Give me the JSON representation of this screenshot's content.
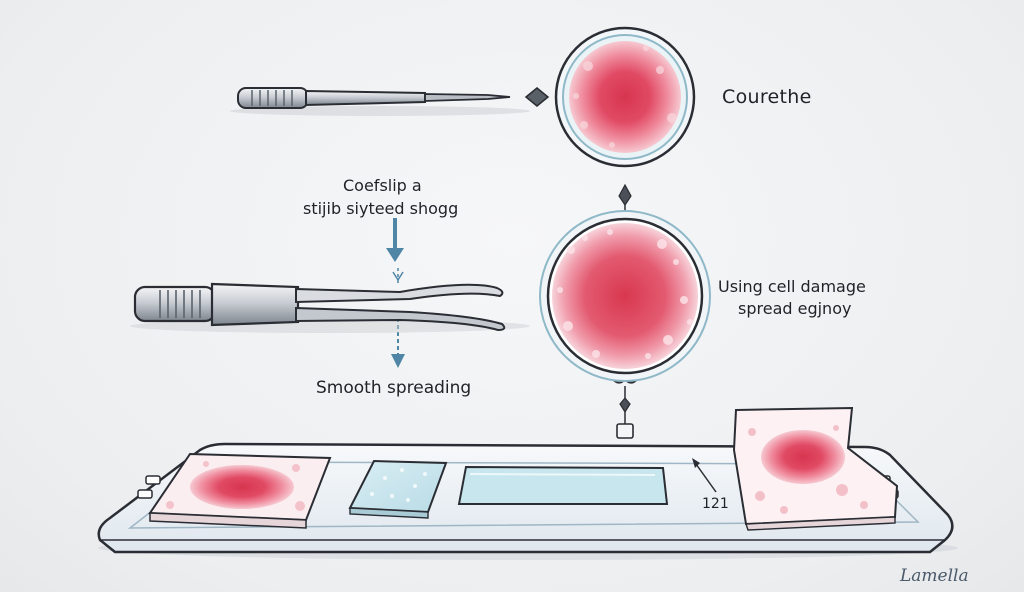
{
  "labels": {
    "curette": "Courethe",
    "coverslip_line1": "Coefslip a",
    "coverslip_line2": "stijib siyteed shogg",
    "cell_damage_line1": "Using cell damage",
    "cell_damage_line2": "spread egjnoy",
    "smooth_spreading": "Smooth spreading",
    "count": "121",
    "signature": "Lamella"
  },
  "colors": {
    "outline": "#2a2d33",
    "metal_light": "#e9ebee",
    "metal_mid": "#b8bdc4",
    "metal_dark": "#7c838c",
    "tissue_red": "#d9435a",
    "tissue_pink": "#f2b8c2",
    "slide_blue": "#cfe8ef",
    "arrow_blue": "#4f86a6",
    "tray_fill": "#f3f6f8"
  },
  "icons": [
    "curette-icon",
    "forceps-icon",
    "petri-dish-icon",
    "slide-tray-icon",
    "arrow-icon"
  ]
}
